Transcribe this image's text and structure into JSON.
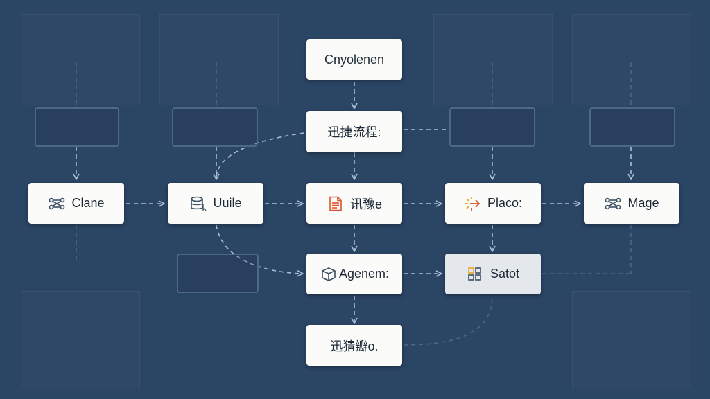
{
  "diagram": {
    "nodes": {
      "top": {
        "label": "Cnyolenen"
      },
      "flow": {
        "label": "迅捷流程:"
      },
      "clane": {
        "label": "Clane",
        "icon": "network-icon"
      },
      "uiuile": {
        "label": "Uuile",
        "icon": "database-icon"
      },
      "doc": {
        "label": "讯豫e",
        "icon": "document-icon"
      },
      "placo": {
        "label": "Placo:",
        "icon": "burst-arrow-icon"
      },
      "mage": {
        "label": "Mage",
        "icon": "network-icon"
      },
      "agenem": {
        "label": "Agenem:",
        "icon": "cube-icon"
      },
      "satot": {
        "label": "Satot",
        "icon": "blocks-icon"
      },
      "bottom": {
        "label": "迅猜瓣o."
      }
    },
    "colors": {
      "background": "#2b4564",
      "node_fill": "#fbfbfa",
      "connector": "#a9bfd8",
      "ghost_border": "#4b6888"
    }
  }
}
